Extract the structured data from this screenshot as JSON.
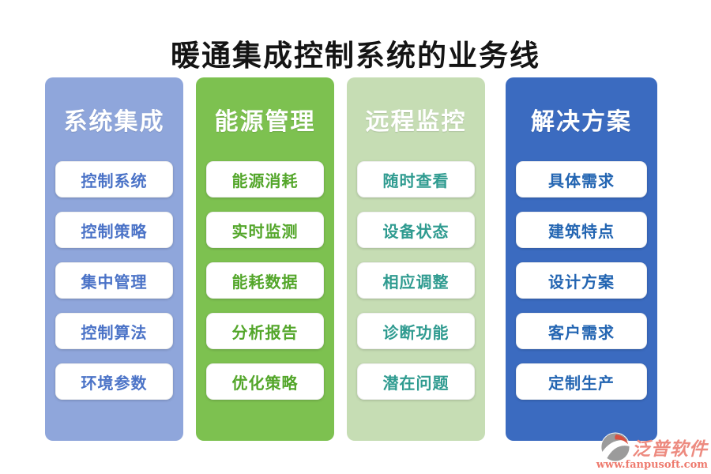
{
  "title": "暖通集成控制系统的业务线",
  "columns": [
    {
      "header": "系统集成",
      "bg": "#8FA6DB",
      "item_color": "#4B73C7",
      "items": [
        "控制系统",
        "控制策略",
        "集中管理",
        "控制算法",
        "环境参数"
      ]
    },
    {
      "header": "能源管理",
      "bg": "#7DC150",
      "item_color": "#53A62A",
      "items": [
        "能源消耗",
        "实时监测",
        "能耗数据",
        "分析报告",
        "优化策略"
      ]
    },
    {
      "header": "远程监控",
      "bg": "#C6DDB4",
      "item_color": "#2F9B90",
      "items": [
        "随时查看",
        "设备状态",
        "相应调整",
        "诊断功能",
        "潜在问题"
      ]
    },
    {
      "header": "解决方案",
      "bg": "#3B6BC0",
      "item_color": "#2365B2",
      "items": [
        "具体需求",
        "建筑特点",
        "设计方案",
        "客户需求",
        "定制生产"
      ]
    }
  ],
  "watermark": {
    "brand": "泛普软件",
    "url": "www.fanpusoft.com",
    "brand_color": "#ED8B80",
    "url_color": "#EE7A6E",
    "icon": "fanpu-logo-icon",
    "icon_grey": "#9B9B9B",
    "icon_red": "#D85040"
  }
}
